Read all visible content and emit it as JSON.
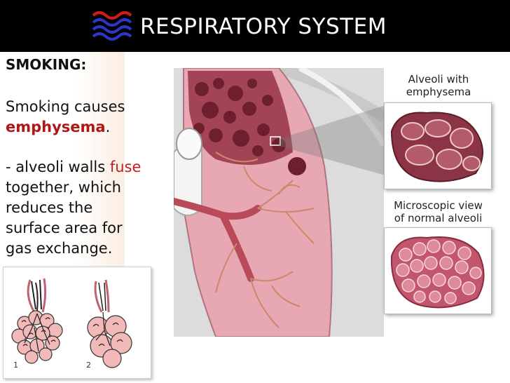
{
  "header": {
    "title": "RESPIRATORY SYSTEM",
    "logo_icon": "wave-logo-icon"
  },
  "text": {
    "heading": "SMOKING:",
    "line1": "Smoking causes",
    "emphysema": "emphysema",
    "period": ".",
    "line2_prefix": "- alveoli walls",
    "fuse": "fuse",
    "line3": "together, which",
    "line4": "reduces the",
    "line5": "surface area for",
    "line6": "gas exchange."
  },
  "diagram": {
    "label_emphysema_1": "Alveoli with",
    "label_emphysema_2": "emphysema",
    "label_normal_1": "Microscopic view",
    "label_normal_2": "of normal alveoli",
    "sketch_label_1": "1",
    "sketch_label_2": "2"
  },
  "colors": {
    "header_bg": "#000000",
    "emphasis_red": "#b01818",
    "lung_pink": "#e7a8b4",
    "alveoli_dark": "#7a2c3a"
  }
}
